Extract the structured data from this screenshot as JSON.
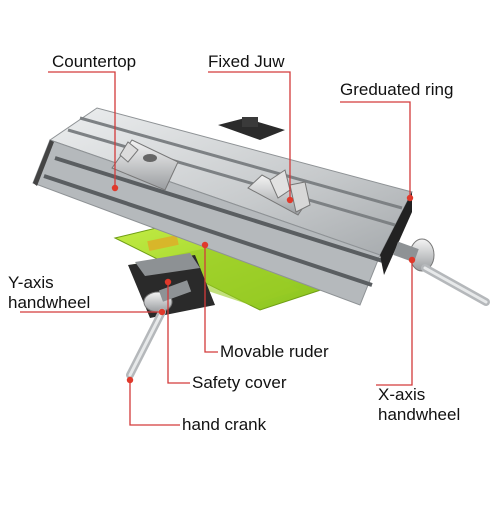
{
  "labels": {
    "countertop": "Countertop",
    "fixed_jaw": "Fixed Juw",
    "graduated_ring": "Greduated ring",
    "y_axis_handwheel_line1": "Y-axis",
    "y_axis_handwheel_line2": "handwheel",
    "movable_ruler": "Movable ruder",
    "safety_cover": "Safety cover",
    "hand_crank": "hand crank",
    "x_axis_handwheel_line1": "X-axis",
    "x_axis_handwheel_line2": "handwheel"
  },
  "colors": {
    "leader_line": "#d33a3a",
    "marker_dot": "#e0392b",
    "label_text": "#111111",
    "table_aluminum": "#c9ccce",
    "base_green": "#a6d82a"
  }
}
